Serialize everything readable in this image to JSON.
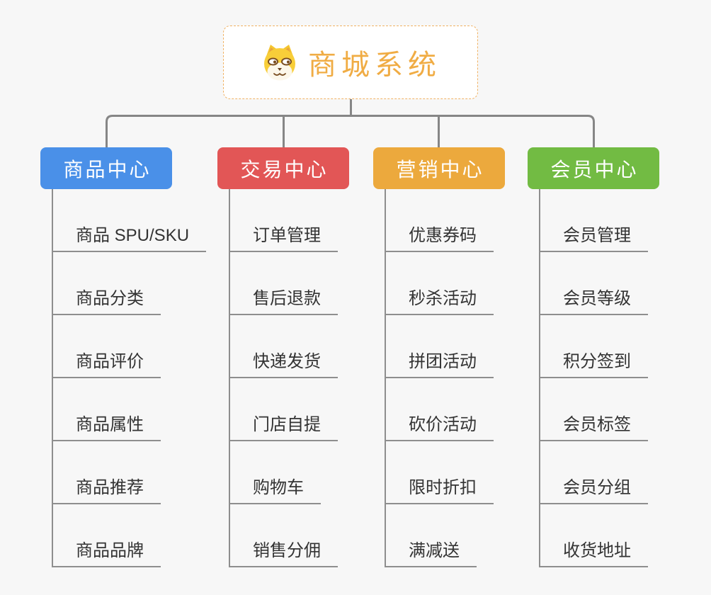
{
  "page": {
    "background_color": "#f7f7f7",
    "connector_color": "#868686"
  },
  "root": {
    "title": "商城系统",
    "title_color": "#F0AC44",
    "icon": "dog-face-icon",
    "border_color": "#f0b264"
  },
  "branches": [
    {
      "label": "商品中心",
      "color": "#4A90E8",
      "items": [
        "商品 SPU/SKU",
        "商品分类",
        "商品评价",
        "商品属性",
        "商品推荐",
        "商品品牌"
      ]
    },
    {
      "label": "交易中心",
      "color": "#E25656",
      "items": [
        "订单管理",
        "售后退款",
        "快递发货",
        "门店自提",
        "购物车",
        "销售分佣"
      ]
    },
    {
      "label": "营销中心",
      "color": "#ECA93D",
      "items": [
        "优惠券码",
        "秒杀活动",
        "拼团活动",
        "砍价活动",
        "限时折扣",
        "满减送"
      ]
    },
    {
      "label": "会员中心",
      "color": "#72BB43",
      "items": [
        "会员管理",
        "会员等级",
        "积分签到",
        "会员标签",
        "会员分组",
        "收货地址"
      ]
    }
  ]
}
